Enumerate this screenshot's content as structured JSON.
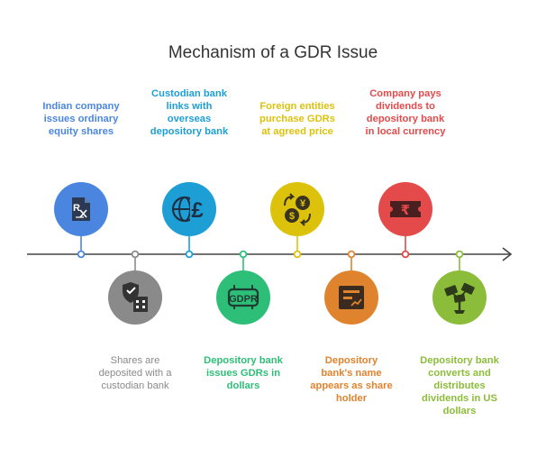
{
  "title": "Mechanism of a GDR Issue",
  "steps": [
    {
      "label": "Indian company\nissues ordinary\nequity shares",
      "color": "#4a86e0",
      "icon": "prescription-document-icon",
      "position": "above"
    },
    {
      "label": "Shares are\ndeposited with a\ncustodian bank",
      "color": "#8a8a8a",
      "icon": "shield-building-icon",
      "position": "below"
    },
    {
      "label": "Custodian bank\nlinks with\noverseas\ndepository bank",
      "color": "#1d9fd6",
      "icon": "globe-pound-icon",
      "position": "above"
    },
    {
      "label": "Depository bank\nissues GDRs in\ndollars",
      "color": "#2dbf78",
      "icon": "gdpr-icon",
      "position": "below"
    },
    {
      "label": "Foreign entities\npurchase GDRs\nat agreed price",
      "color": "#ddc20c",
      "icon": "currency-exchange-icon",
      "position": "above"
    },
    {
      "label": "Depository\nbank's name\nappears as share\nholder",
      "color": "#e0832e",
      "icon": "certificate-icon",
      "position": "below"
    },
    {
      "label": "Company pays\ndividends to\ndepository bank\nin local currency",
      "color": "#e44a4a",
      "icon": "rupee-ticket-icon",
      "position": "above"
    },
    {
      "label": "Depository bank\nconverts and\ndistributes\ndividends in US\ndollars",
      "color": "#8cbd3a",
      "icon": "money-plant-icon",
      "position": "below"
    }
  ]
}
